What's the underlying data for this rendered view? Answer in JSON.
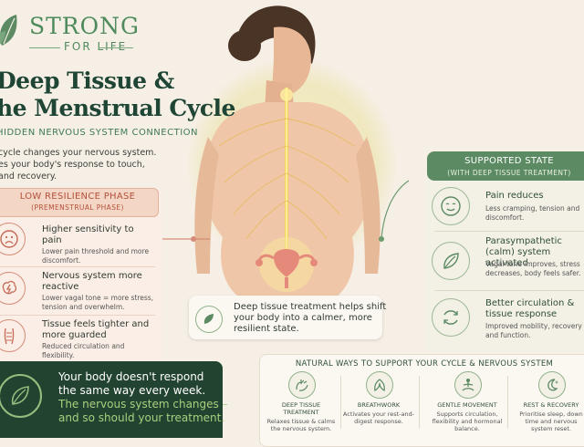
{
  "brand": {
    "name": "STRONG",
    "tagline": "FOR LIFE"
  },
  "title_line1": "Deep Tissue &",
  "title_line2": "he Menstrual Cycle",
  "subtitle": "HIDDEN NERVOUS SYSTEM CONNECTION",
  "intro": [
    "cycle changes your nervous system.",
    "es your body's response to touch,",
    "and recovery."
  ],
  "low_phase": {
    "title": "LOW RESILIENCE PHASE",
    "subtitle": "(PREMENSTRUAL PHASE)",
    "rows": [
      {
        "icon": "sad-face-icon",
        "title": "Higher sensitivity to pain",
        "desc": "Lower pain threshold and more discomfort."
      },
      {
        "icon": "brain-lightning-icon",
        "title": "Nervous system more reactive",
        "desc": "Lower vagal tone = more stress, tension and overwhelm."
      },
      {
        "icon": "tense-muscle-icon",
        "title": "Tissue feels tighter and more guarded",
        "desc": "Reduced circulation and flexibility."
      }
    ]
  },
  "banner": {
    "line1": "Your body doesn't respond",
    "line2": "the same way every week.",
    "line3": "The nervous system changes –",
    "line4": "and so should your treatment."
  },
  "supported": {
    "title": "SUPPORTED STATE",
    "subtitle": "(WITH DEEP TISSUE TREATMENT)",
    "rows": [
      {
        "icon": "calm-face-icon",
        "title": "Pain reduces",
        "desc": "Less cramping, tension and discomfort."
      },
      {
        "icon": "leaf-icon",
        "title": "Parasympathetic (calm) system activated",
        "desc": "Vagal tone improves, stress decreases, body feels safer."
      },
      {
        "icon": "circulation-icon",
        "title": "Better circulation & tissue response",
        "desc": "Improved mobility, recovery and function."
      }
    ]
  },
  "callout": {
    "line1": "Deep tissue treatment helps shift",
    "line2": "your body into a calmer, more",
    "line3": "resilient state."
  },
  "ways": {
    "title": "NATURAL WAYS TO SUPPORT YOUR CYCLE & NERVOUS SYSTEM",
    "items": [
      {
        "icon": "hands-icon",
        "title": "DEEP TISSUE TREATMENT",
        "desc": "Relaxes tissue & calms the nervous system."
      },
      {
        "icon": "breath-icon",
        "title": "BREATHWORK",
        "desc": "Activates your rest-and-digest response."
      },
      {
        "icon": "meditation-icon",
        "title": "GENTLE MOVEMENT",
        "desc": "Supports circulation, flexibility and hormonal balance."
      },
      {
        "icon": "moon-icon",
        "title": "REST & RECOVERY",
        "desc": "Prioritise sleep, down time and nervous system reset."
      }
    ]
  },
  "colors": {
    "accent_green": "#22432f",
    "leaf_green": "#5b8a63",
    "warm_red": "#b4513a",
    "background": "#f6efe6"
  }
}
